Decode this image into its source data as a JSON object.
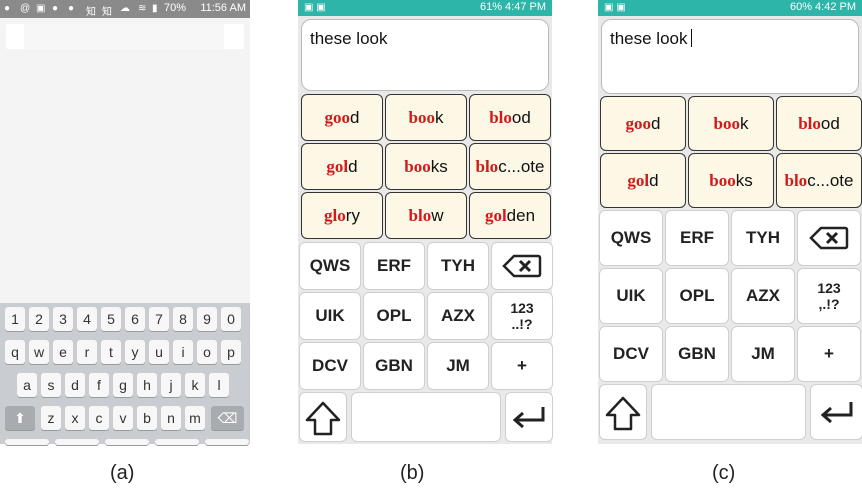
{
  "panel_a": {
    "status": {
      "battery": "70%",
      "time": "11:56 AM",
      "icons": [
        "photos-icon",
        "at-icon",
        "gallery-icon",
        "photos-icon",
        "photos-icon",
        "zhihu-icon",
        "zhihu-icon",
        "cloud-icon",
        "wifi-icon",
        "signal-icon"
      ]
    },
    "rows": [
      [
        "1",
        "2",
        "3",
        "4",
        "5",
        "6",
        "7",
        "8",
        "9",
        "0"
      ],
      [
        "q",
        "w",
        "e",
        "r",
        "t",
        "y",
        "u",
        "i",
        "o",
        "p"
      ],
      [
        "a",
        "s",
        "d",
        "f",
        "g",
        "h",
        "j",
        "k",
        "l"
      ],
      [
        "z",
        "x",
        "c",
        "v",
        "b",
        "n",
        "m"
      ]
    ],
    "caption": "(a)"
  },
  "panel_b": {
    "status": {
      "right": "61%  4:47 PM"
    },
    "text": "these look",
    "suggestions": [
      {
        "hl": "goo",
        "rest": "d"
      },
      {
        "hl": "boo",
        "rest": "k"
      },
      {
        "hl": "blo",
        "rest": "od"
      },
      {
        "hl": "gol",
        "rest": "d"
      },
      {
        "hl": "boo",
        "rest": "ks"
      },
      {
        "hl": "blo",
        "rest": "c...ote"
      },
      {
        "hl": "glo",
        "rest": "ry"
      },
      {
        "hl": "blo",
        "rest": "w"
      },
      {
        "hl": "gol",
        "rest": "den"
      }
    ],
    "keys": [
      "QWS",
      "ERF",
      "TYH",
      "UIK",
      "OPL",
      "AZX",
      "DCV",
      "GBN",
      "JM",
      "+"
    ],
    "sym_key": [
      "123",
      "..!?"
    ],
    "caption": "(b)"
  },
  "panel_c": {
    "status": {
      "right": "60%  4:42 PM"
    },
    "text": "these look",
    "suggestions": [
      {
        "hl": "goo",
        "rest": "d"
      },
      {
        "hl": "boo",
        "rest": "k"
      },
      {
        "hl": "blo",
        "rest": "od"
      },
      {
        "hl": "gol",
        "rest": "d"
      },
      {
        "hl": "boo",
        "rest": "ks"
      },
      {
        "hl": "blo",
        "rest": "c...ote"
      }
    ],
    "keys": [
      "QWS",
      "ERF",
      "TYH",
      "UIK",
      "OPL",
      "AZX",
      "DCV",
      "GBN",
      "JM",
      "+"
    ],
    "sym_key": [
      "123",
      ",.!?"
    ],
    "caption": "(c)"
  }
}
